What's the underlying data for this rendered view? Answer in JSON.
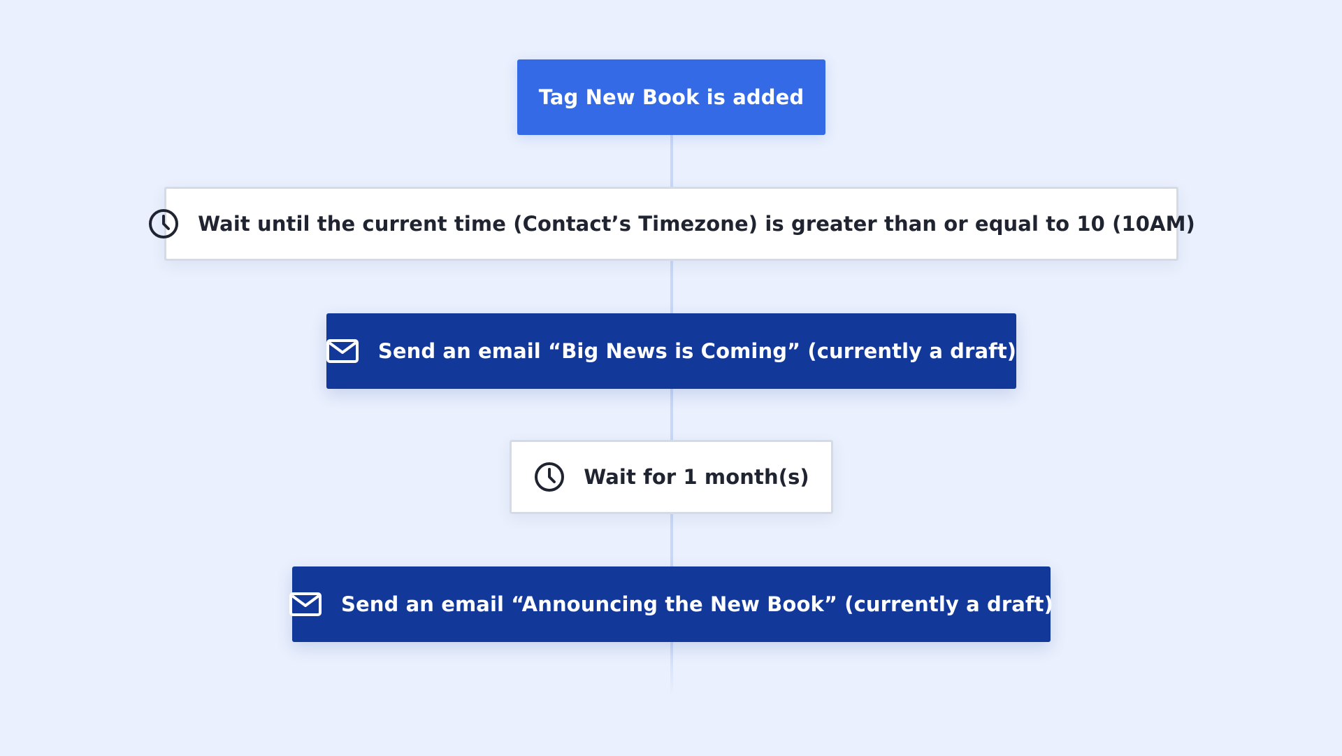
{
  "workflow": {
    "trigger": {
      "label": "Tag New Book is added"
    },
    "steps": [
      {
        "type": "wait",
        "icon": "clock-icon",
        "label": "Wait until the current time (Contact’s Timezone) is greater than or equal to 10 (10AM)"
      },
      {
        "type": "email",
        "icon": "envelope-icon",
        "label": "Send an email “Big News is Coming” (currently a draft)"
      },
      {
        "type": "wait",
        "icon": "clock-icon",
        "label": "Wait for 1 month(s)"
      },
      {
        "type": "email",
        "icon": "envelope-icon",
        "label": "Send an email “Announcing the New Book” (currently a draft)"
      }
    ]
  },
  "colors": {
    "background": "#eaf0fd",
    "trigger": "#356ae6",
    "email": "#12389a",
    "wait_border": "#d4dae6",
    "connector": "#c9d8f6"
  }
}
